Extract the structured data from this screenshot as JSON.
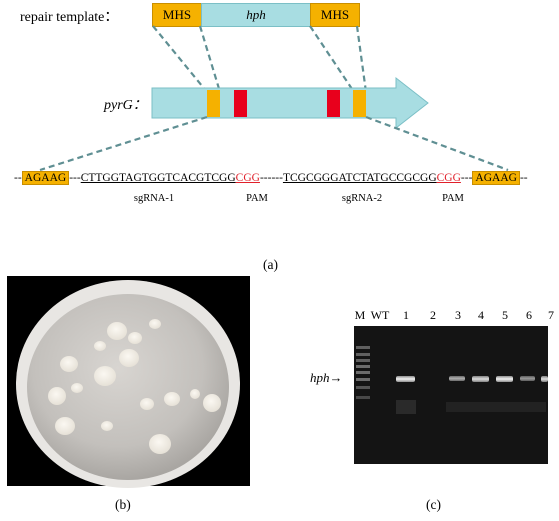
{
  "panel_a": {
    "repair_label": "repair template：",
    "mhs_left": "MHS",
    "hph_label": "hph",
    "mhs_right": "MHS",
    "gene_label": "pyrG：",
    "seq": {
      "flank_left": "AGAAG",
      "sgrna1_seq": "CTTGGTAGTGGTCACGTCGG",
      "pam1": "CGG",
      "sep": "------",
      "sgrna2_seq": "TCGCGGGATCTATGCCGCGG",
      "pam2": "CGG",
      "flank_right": "AGAAG"
    },
    "sgrna1_label": "sgRNA-1",
    "pam1_label": "PAM",
    "sgrna2_label": "sgRNA-2",
    "pam2_label": "PAM",
    "caption": "(a)"
  },
  "panel_b": {
    "caption": "(b)"
  },
  "panel_c": {
    "lanes": [
      "M",
      "WT",
      "1",
      "2",
      "3",
      "4",
      "5",
      "6",
      "7"
    ],
    "hph_marker": "hph→",
    "caption": "(c)"
  },
  "colors": {
    "teal": "#a8dde2",
    "yellow": "#f5b100",
    "red": "#e8001c",
    "dash": "#5f8f93"
  }
}
